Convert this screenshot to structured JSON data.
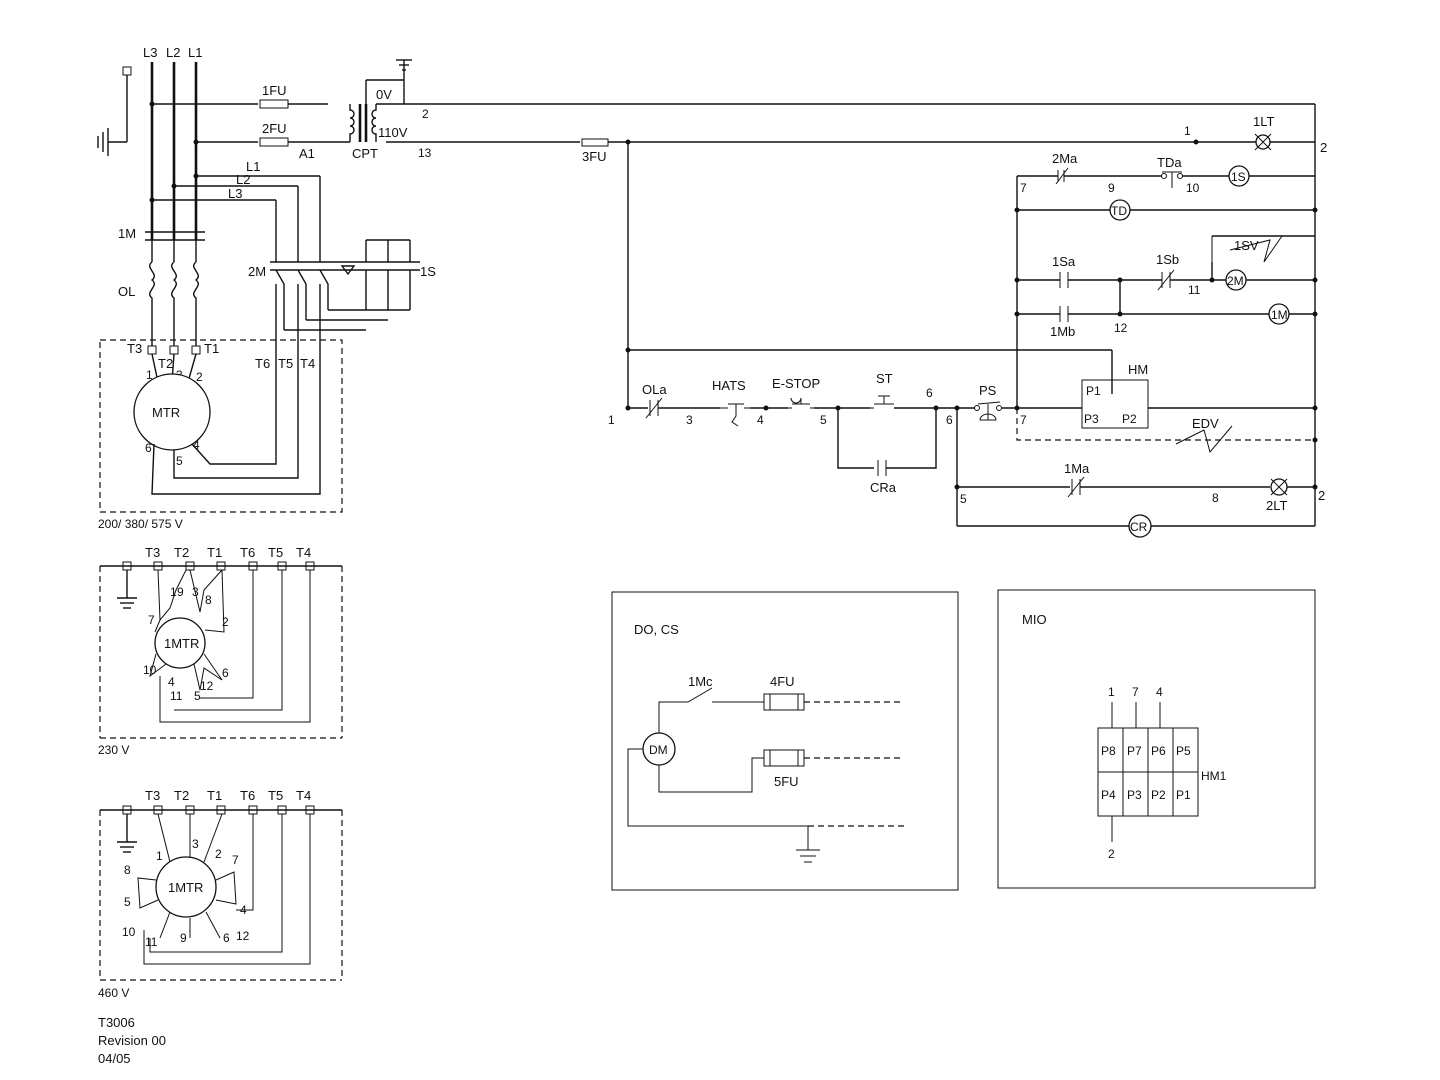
{
  "power": {
    "phases": [
      "L3",
      "L2",
      "L1"
    ],
    "fuse1": "1FU",
    "fuse2": "2FU",
    "a1": "A1",
    "cpt": "CPT",
    "zero_v": "0V",
    "v110": "110V",
    "wire2": "2",
    "wire13": "13",
    "fuse3": "3FU",
    "l1": "L1",
    "l2": "L2",
    "l3": "L3"
  },
  "motor_main": {
    "contactor_1m": "1M",
    "overload": "OL",
    "contactor_2m": "2M",
    "contactor_1s": "1S",
    "terminals": [
      "T3",
      "T2",
      "T1",
      "T6",
      "T5",
      "T4"
    ],
    "leads": [
      "1",
      "3",
      "2",
      "6",
      "5",
      "4"
    ],
    "name": "MTR",
    "voltage": "200/ 380/ 575 V"
  },
  "motor_230": {
    "terminals": [
      "T3",
      "T2",
      "T1",
      "T6",
      "T5",
      "T4"
    ],
    "leads": [
      "1",
      "9",
      "3",
      "8",
      "2",
      "7",
      "10",
      "4",
      "11",
      "5",
      "12",
      "6"
    ],
    "name": "1MTR",
    "voltage": "230 V"
  },
  "motor_460": {
    "terminals": [
      "T3",
      "T2",
      "T1",
      "T6",
      "T5",
      "T4"
    ],
    "leads": [
      "1",
      "3",
      "2",
      "7",
      "8",
      "5",
      "4",
      "10",
      "11",
      "9",
      "6",
      "12"
    ],
    "name": "1MTR",
    "voltage": "460 V"
  },
  "ladder": {
    "lamp1": "1LT",
    "lamp2": "2LT",
    "wire1": "1",
    "wire2": "2",
    "contact_2ma": "2Ma",
    "contact_tda": "TDa",
    "coil_1s": "1S",
    "coil_td": "TD",
    "solenoid_1sv": "1SV",
    "contact_1sa": "1Sa",
    "contact_1sb": "1Sb",
    "coil_2m": "2M",
    "contact_1mb": "1Mb",
    "coil_1m": "1M",
    "contact_1ma": "1Ma",
    "coil_cr": "CR",
    "ola": "OLa",
    "hats": "HATS",
    "estop": "E-STOP",
    "start": "ST",
    "ps": "PS",
    "hm": "HM",
    "edv": "EDV",
    "cra": "CRa",
    "hm_pins": [
      "P1",
      "P3",
      "P2"
    ],
    "wire_numbers": [
      "7",
      "9",
      "10",
      "11",
      "12",
      "1",
      "3",
      "4",
      "5",
      "6",
      "6",
      "7",
      "5",
      "8",
      "2"
    ]
  },
  "panel_do": {
    "title": "DO, CS",
    "contact": "1Mc",
    "fuse4": "4FU",
    "fuse5": "5FU",
    "motor": "DM"
  },
  "panel_mio": {
    "title": "MIO",
    "top_pins": [
      "1",
      "7",
      "4"
    ],
    "bottom_pin": "2",
    "grid_top": [
      "P8",
      "P7",
      "P6",
      "P5"
    ],
    "grid_bottom": [
      "P4",
      "P3",
      "P2",
      "P1"
    ],
    "name": "HM1"
  },
  "footer": {
    "drawing": "T3006",
    "revision": "Revision 00",
    "date": "04/05"
  }
}
